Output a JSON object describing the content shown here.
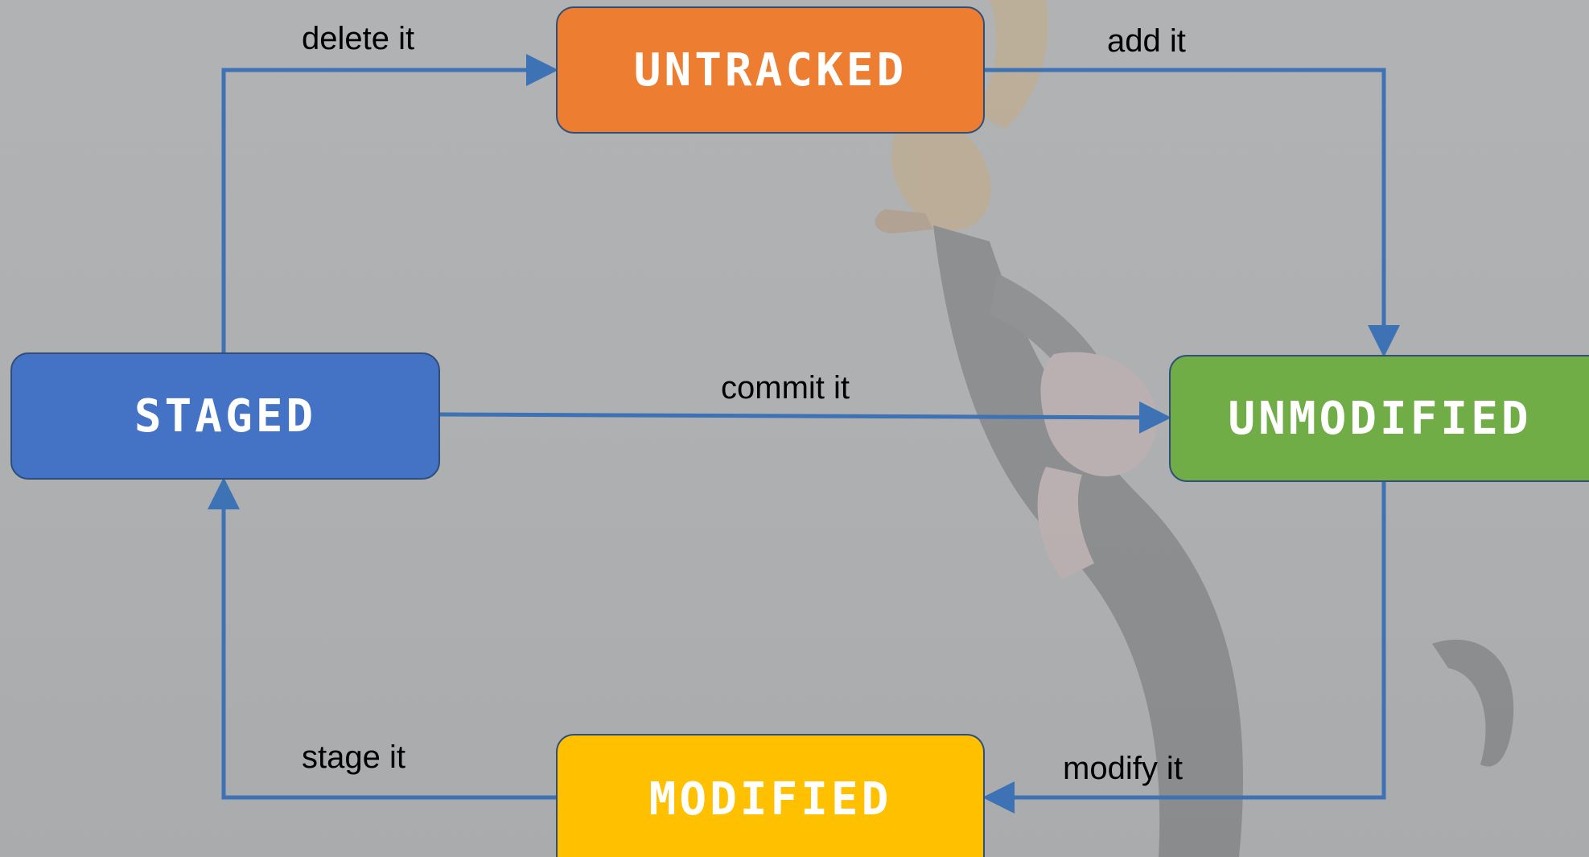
{
  "diagram": {
    "nodes": {
      "untracked": {
        "label": "UNTRACKED",
        "color": "#ed7d31"
      },
      "staged": {
        "label": "STAGED",
        "color": "#4472c4"
      },
      "unmodified": {
        "label": "UNMODIFIED",
        "color": "#70ad47"
      },
      "modified": {
        "label": "MODIFIED",
        "color": "#ffc000"
      }
    },
    "edges": [
      {
        "from": "staged",
        "to": "untracked",
        "label": "delete it"
      },
      {
        "from": "untracked",
        "to": "unmodified",
        "label": "add it"
      },
      {
        "from": "staged",
        "to": "unmodified",
        "label": "commit it"
      },
      {
        "from": "unmodified",
        "to": "modified",
        "label": "modify it"
      },
      {
        "from": "modified",
        "to": "staged",
        "label": "stage it"
      }
    ],
    "edge_color": "#3d72b4"
  }
}
